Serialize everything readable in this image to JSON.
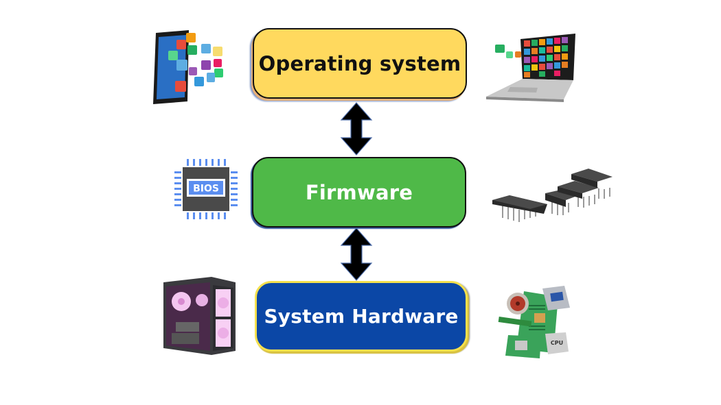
{
  "diagram": {
    "type": "layered-stack",
    "layers": [
      {
        "label": "Operating system",
        "fill": "#ffd95e",
        "text_color": "#111111"
      },
      {
        "label": "Firmware",
        "fill": "#4fb948",
        "text_color": "#ffffff"
      },
      {
        "label": "System Hardware",
        "fill": "#0b47a6",
        "text_color": "#ffffff"
      }
    ],
    "connectors": [
      {
        "from": "Operating system",
        "to": "Firmware",
        "style": "double-headed-arrow"
      },
      {
        "from": "Firmware",
        "to": "System Hardware",
        "style": "double-headed-arrow"
      }
    ],
    "icons": {
      "os_left": "tablet-with-apps-icon",
      "os_right": "laptop-with-apps-icon",
      "fw_left": "bios-chip-icon",
      "fw_left_text": "BIOS",
      "fw_right": "ic-chips-icon",
      "hw_left": "pc-case-icon",
      "hw_right": "computer-components-icon",
      "hw_right_cpu_text": "CPU"
    }
  }
}
